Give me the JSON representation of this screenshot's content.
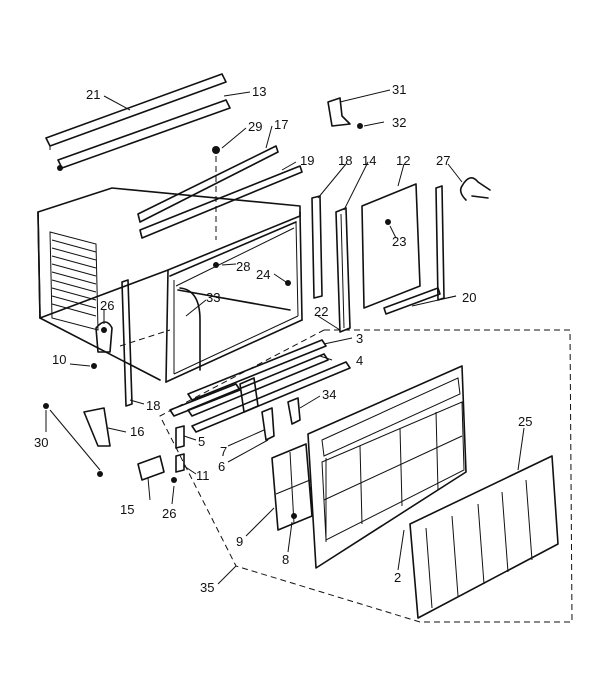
{
  "callouts": {
    "c21": "21",
    "c13": "13",
    "c29": "29",
    "c17": "17",
    "c19": "19",
    "c18a": "18",
    "c14": "14",
    "c12": "12",
    "c27": "27",
    "c31": "31",
    "c32": "32",
    "c23": "23",
    "c28": "28",
    "c24": "24",
    "c20": "20",
    "c26a": "26",
    "c33": "33",
    "c22": "22",
    "c3": "3",
    "c4": "4",
    "c10": "10",
    "c18b": "18",
    "c34": "34",
    "c30": "30",
    "c16": "16",
    "c5": "5",
    "c7": "7",
    "c6": "6",
    "c11": "11",
    "c25": "25",
    "c15": "15",
    "c26b": "26",
    "c9": "9",
    "c8": "8",
    "c2": "2",
    "c35": "35"
  }
}
